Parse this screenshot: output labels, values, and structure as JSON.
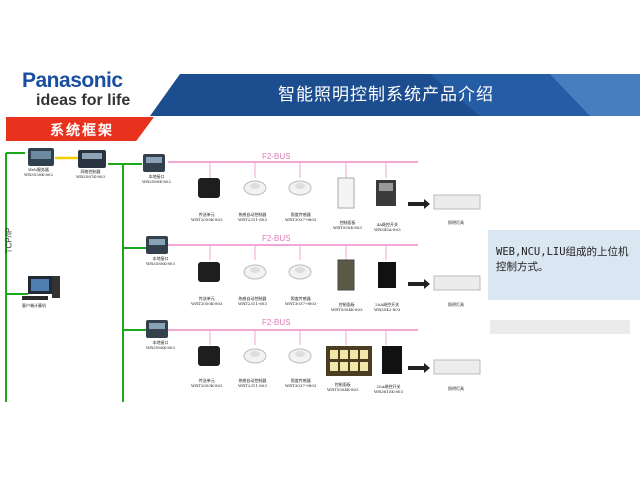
{
  "brand": {
    "name": "Panasonic",
    "tagline": "ideas for life"
  },
  "title": "智能照明控制系统产品介绍",
  "section": "系统框架",
  "network": "TCP/IP",
  "bus_label": "F2-BUS",
  "top_devices": [
    {
      "name": "Web服务器",
      "code": "WR3530K-802"
    },
    {
      "name": "网络控制器",
      "code": "WR3587K-803"
    }
  ],
  "client": "客户端计算机",
  "rows": [
    {
      "interface": {
        "name": "本地接口",
        "code": "WR3580K-802"
      },
      "devices": [
        {
          "name": "传送单元",
          "code": "WRT2050K-803"
        },
        {
          "name": "热感自动控制器",
          "code": "WRT2311-803"
        },
        {
          "name": "照度传感器",
          "code": "WRT3037-9803"
        },
        {
          "name": "控制面板",
          "code": "WRT5504-803"
        },
        {
          "name": "4A继控开关",
          "code": "WR345A-803"
        }
      ],
      "load": "照明灯具"
    },
    {
      "interface": {
        "name": "本地接口",
        "code": "WR3580K-803"
      },
      "devices": [
        {
          "name": "传送单元",
          "code": "WRT2050K-803"
        },
        {
          "name": "热感自动控制器",
          "code": "WRT2311-803"
        },
        {
          "name": "照度传感器",
          "code": "WRT3037-9803"
        },
        {
          "name": "控制面板",
          "code": "WRT5504K-803"
        },
        {
          "name": "20A继控开关",
          "code": "WR3542-803"
        }
      ],
      "load": "照明灯具"
    },
    {
      "interface": {
        "name": "本地接口",
        "code": "WR3580K-803"
      },
      "devices": [
        {
          "name": "传送单元",
          "code": "WRT2050K-803"
        },
        {
          "name": "热感自动控制器",
          "code": "WRT2311-803"
        },
        {
          "name": "照度传感器",
          "code": "WRT3037-9803"
        },
        {
          "name": "控制面板",
          "code": "WRT5504K-803"
        },
        {
          "name": "20A继控开关",
          "code": "WR3615K-803"
        }
      ],
      "load": "照明灯具"
    }
  ],
  "note": "WEB,NCU,LIU组成的上位机控制方式。",
  "colors": {
    "blue": "#1a4fa0",
    "red": "#e8321e",
    "bus": "#f2a6d4",
    "line": "#19a819",
    "yellow": "#f2d000",
    "note_bg": "#dbe6f3"
  }
}
